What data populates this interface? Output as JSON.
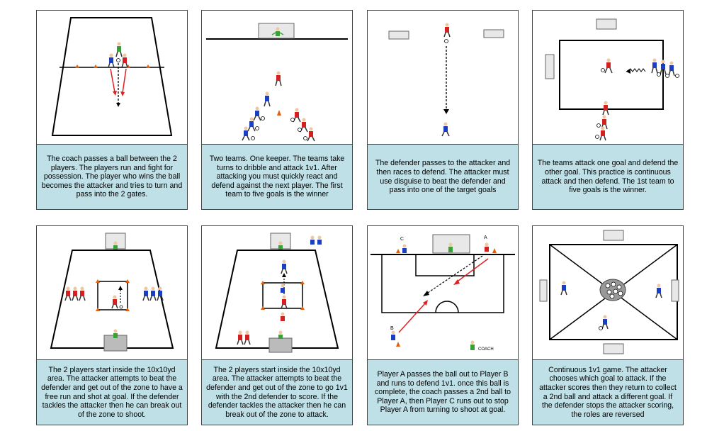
{
  "captions": [
    "The coach passes a ball between the 2 players. The players run and fight for possession. The player who wins the ball becomes the attacker and tries to turn and pass into the 2 gates.",
    "Two teams. One keeper. The teams take turns to dribble and attack 1v1. After attacking you must quickly react and defend against the next player. The first team to five goals is the winner",
    "The defender passes to the attacker and then races to defend. The attacker must use disguise to beat the defender and pass into one of the target goals",
    "The teams attack one goal and defend the other goal. This practice is continuous attack and then defend. The 1st team to five goals is the winner.",
    "The 2 players start inside the 10x10yd area. The attacker attempts to beat the defender and get out of the zone to have a free run and shot at goal. If the defender tackles the attacker then he can break out of the zone to shoot.",
    "The 2 players start inside the 10x10yd area. The attacker attempts to beat the defender and get out of the zone to go 1v1 with the 2nd defender to score. If the defender tackles the attacker then he can break out of the zone to attack.",
    "Player A passes the ball out to Player B and runs to defend 1v1. once this ball is complete, the coach passes a 2nd ball to Player A, then Player C runs out to stop Player A from turning to shoot at goal.",
    "Continuous 1v1 game. The attacker chooses which goal to attack. If the attacker scores then they return to collect a 2nd ball and attack a different goal. If the defender stops the attacker scoring, the roles are reversed"
  ],
  "labels": {
    "player_a": "A",
    "player_b": "B",
    "player_c": "C",
    "coach": "COACH"
  },
  "colors": {
    "caption_bg": "#bfe0e6",
    "red_team": "#d42020",
    "blue_team": "#1a3fbf",
    "keeper": "#3aa13a",
    "cone": "#e06010",
    "arrow_red": "#e02020"
  }
}
